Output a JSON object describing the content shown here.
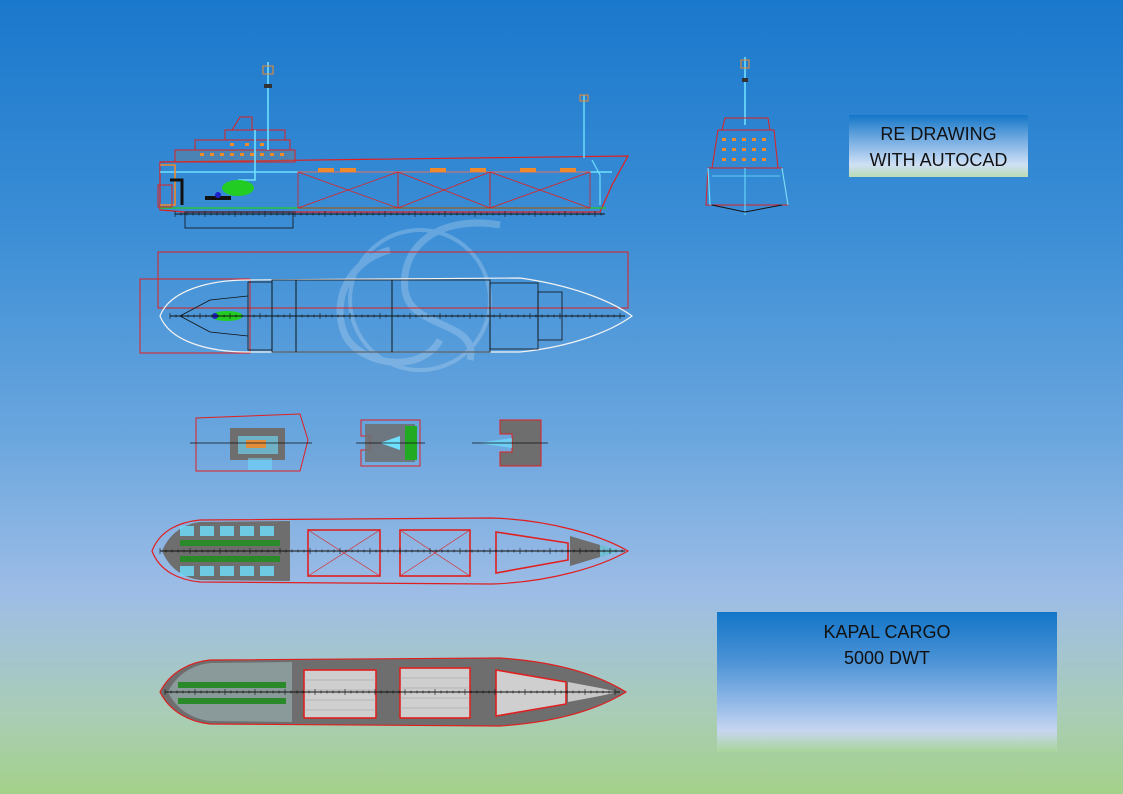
{
  "title_box": {
    "line1": "RE DRAWING",
    "line2": "WITH AUTOCAD"
  },
  "ship_box": {
    "line1": "KAPAL CARGO",
    "line2": "5000 DWT"
  },
  "colors": {
    "hull_outline": "#e02020",
    "deck_fill": "#6e6e6e",
    "structure_cyan": "#6fe0ff",
    "engine_green": "#22cc22",
    "frame_line": "#111111"
  }
}
